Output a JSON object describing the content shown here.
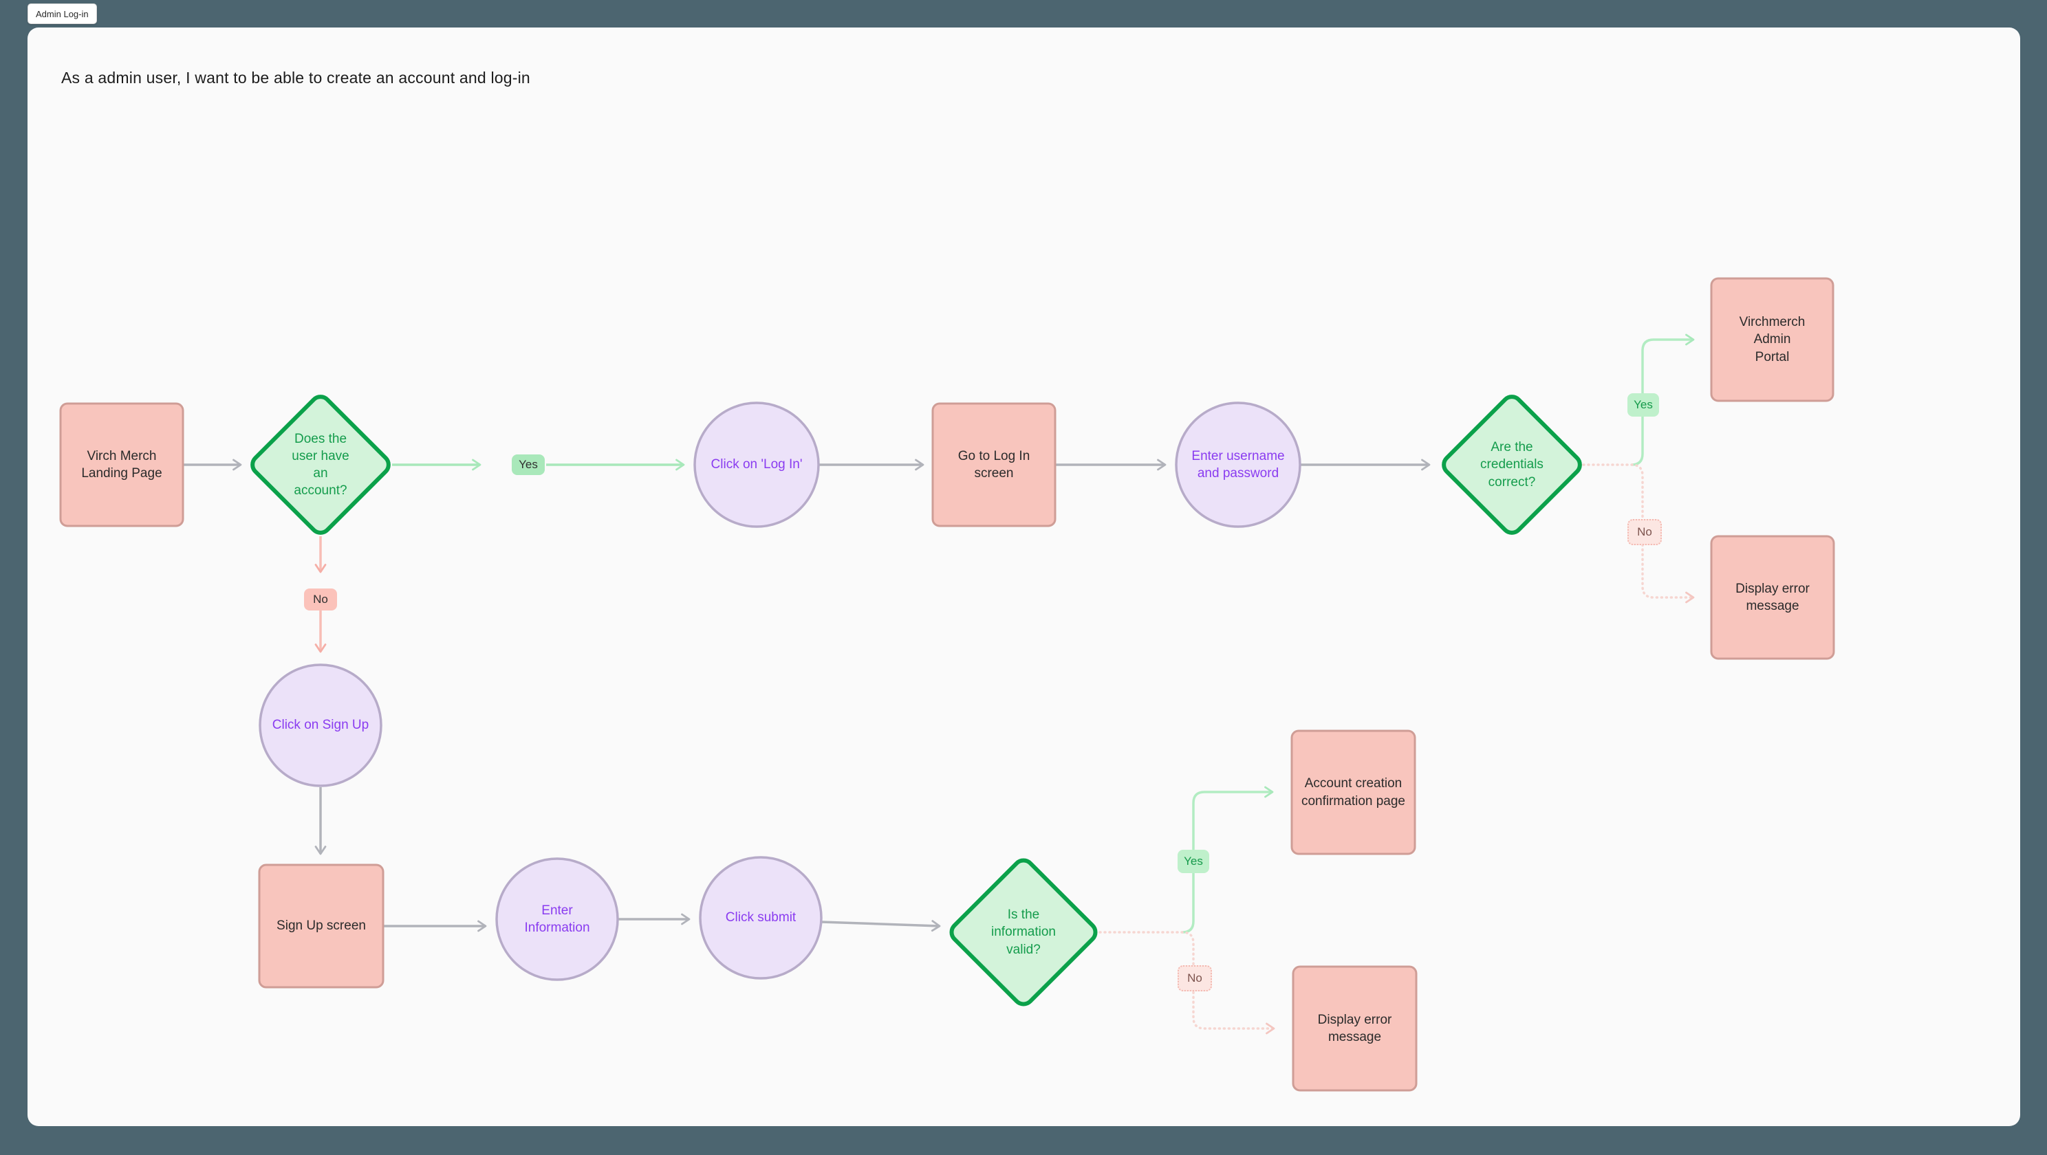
{
  "window": {
    "tab_label": "Admin Log-in"
  },
  "board": {
    "title": "As a admin user, I want to be able to create an account and log-in"
  },
  "colors": {
    "outer_background": "#4c6570",
    "canvas_background": "#fafafa",
    "screen_fill": "#f8c5bd",
    "screen_border": "#cf9d96",
    "decision_fill": "#d3f3da",
    "decision_border": "#0ba14a",
    "decision_text": "#149c4c",
    "action_fill": "#ece2f9",
    "action_border": "#b7abc9",
    "action_text": "#8a3cf0",
    "connector_gray": "#b1b3ba",
    "connector_green": "#a8e8ba",
    "connector_pink": "#f8bdb5",
    "connector_pink_dotted": "#f6d6d1"
  },
  "nodes": {
    "landing": {
      "label": "Virch Merch\nLanding Page"
    },
    "has_account": {
      "label": "Does the\nuser have\nan\naccount?"
    },
    "click_login": {
      "label": "Click on 'Log In'"
    },
    "goto_login": {
      "label": "Go to Log In\nscreen"
    },
    "enter_credentials": {
      "label": "Enter username\nand password"
    },
    "credentials_correct": {
      "label": "Are the\ncredentials\ncorrect?"
    },
    "admin_portal": {
      "label": "Virchmerch\nAdmin\nPortal"
    },
    "error_login": {
      "label": "Display error\nmessage"
    },
    "click_signup": {
      "label": "Click on Sign Up"
    },
    "signup_screen": {
      "label": "Sign Up screen"
    },
    "enter_info": {
      "label": "Enter\nInformation"
    },
    "click_submit": {
      "label": "Click submit"
    },
    "info_valid": {
      "label": "Is the\ninformation\nvalid?"
    },
    "confirmation": {
      "label": "Account creation\nconfirmation page"
    },
    "error_signup": {
      "label": "Display error\nmessage"
    }
  },
  "badges": {
    "yes1": "Yes",
    "no1": "No",
    "yes2": "Yes",
    "no2": "No",
    "yes3": "Yes",
    "no3": "No"
  }
}
